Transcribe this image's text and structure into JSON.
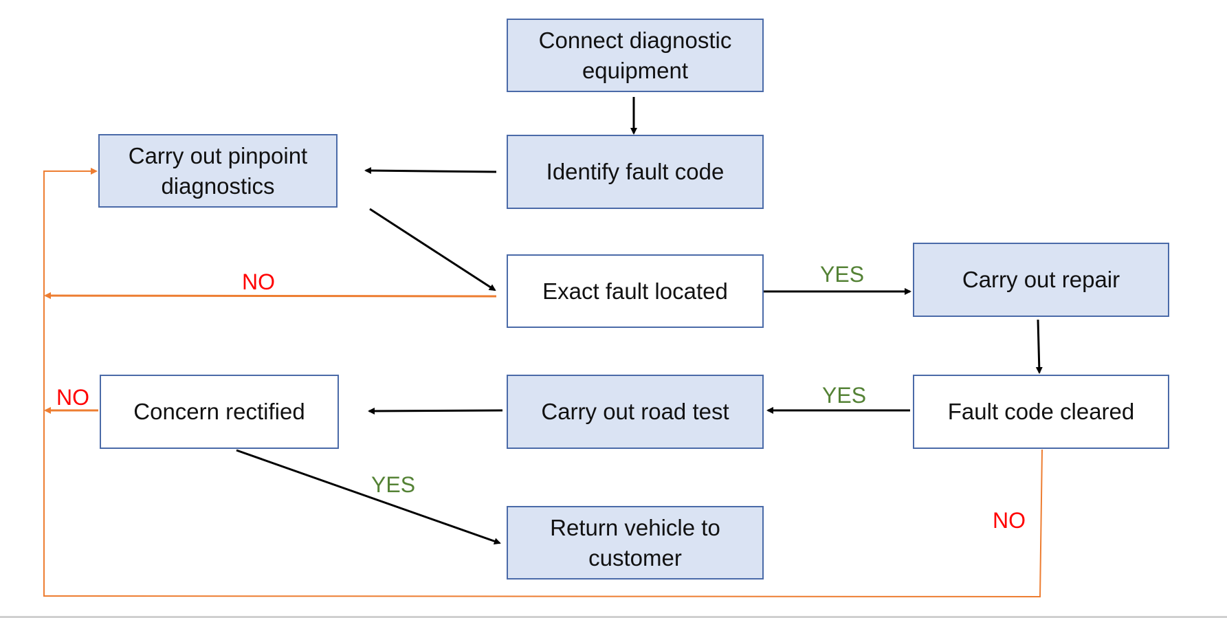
{
  "diagram": {
    "title": "",
    "colors": {
      "process_fill": "#dae3f3",
      "node_border": "#4a6aa8",
      "flow_arrow": "#000000",
      "loop_arrow": "#ed7d31",
      "yes_label": "#548235",
      "no_label": "#ff0000"
    },
    "nodes": {
      "connect": {
        "text": "Connect diagnostic equipment",
        "kind": "process"
      },
      "identify": {
        "text": "Identify fault code",
        "kind": "process"
      },
      "pinpoint": {
        "text": "Carry out pinpoint diagnostics",
        "kind": "process"
      },
      "exact": {
        "text": "Exact fault located",
        "kind": "decision"
      },
      "repair": {
        "text": "Carry out repair",
        "kind": "process"
      },
      "cleared": {
        "text": "Fault code cleared",
        "kind": "decision"
      },
      "roadtest": {
        "text": "Carry out road test",
        "kind": "process"
      },
      "concern": {
        "text": "Concern rectified",
        "kind": "decision"
      },
      "return": {
        "text": "Return vehicle to customer",
        "kind": "process"
      }
    },
    "edges": [
      {
        "from": "connect",
        "to": "identify",
        "label": ""
      },
      {
        "from": "identify",
        "to": "pinpoint",
        "label": ""
      },
      {
        "from": "pinpoint",
        "to": "exact",
        "label": ""
      },
      {
        "from": "exact",
        "to": "repair",
        "label": "YES"
      },
      {
        "from": "exact",
        "to": "pinpoint",
        "label": "NO"
      },
      {
        "from": "repair",
        "to": "cleared",
        "label": ""
      },
      {
        "from": "cleared",
        "to": "roadtest",
        "label": "YES"
      },
      {
        "from": "cleared",
        "to": "pinpoint",
        "label": "NO"
      },
      {
        "from": "roadtest",
        "to": "concern",
        "label": ""
      },
      {
        "from": "concern",
        "to": "return",
        "label": "YES"
      },
      {
        "from": "concern",
        "to": "pinpoint",
        "label": "NO"
      }
    ],
    "labels": {
      "exact_yes": "YES",
      "exact_no": "NO",
      "cleared_yes": "YES",
      "cleared_no": "NO",
      "concern_yes": "YES",
      "concern_no": "NO"
    }
  }
}
